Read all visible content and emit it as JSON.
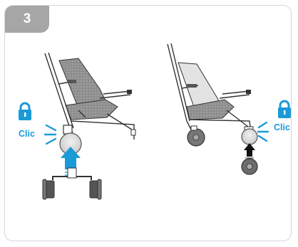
{
  "step": {
    "number": "3"
  },
  "labels": {
    "left_click": "Clic",
    "right_click": "Clic"
  },
  "icons": {
    "left_lock": "padlock-icon",
    "right_lock": "padlock-icon",
    "up_arrow": "up-arrow-icon",
    "accent_color": "#1a9ad6"
  }
}
